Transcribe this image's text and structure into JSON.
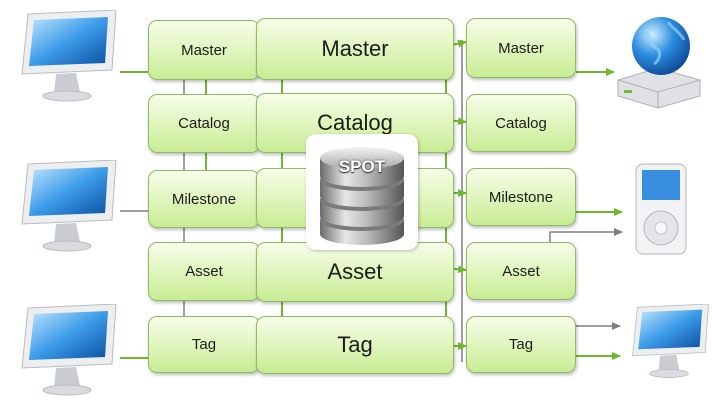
{
  "left_tables": [
    "Master",
    "Catalog",
    "Milestone",
    "Asset",
    "Tag"
  ],
  "center_tables": [
    "Master",
    "Catalog",
    "",
    "Asset",
    "Tag"
  ],
  "right_tables": [
    "Master",
    "Catalog",
    "Milestone",
    "Asset",
    "Tag"
  ],
  "hub_label": "SPOT",
  "icons": {
    "clients": [
      "desktop-computer",
      "desktop-computer",
      "desktop-computer"
    ],
    "outputs": [
      "web-server-globe",
      "media-player",
      "desktop-computer"
    ]
  },
  "colors": {
    "box_border": "#8dbb62",
    "box_fill": "#d6f2aa",
    "flow_line": "#6eb82d",
    "gray_line": "#7f7f7f"
  }
}
